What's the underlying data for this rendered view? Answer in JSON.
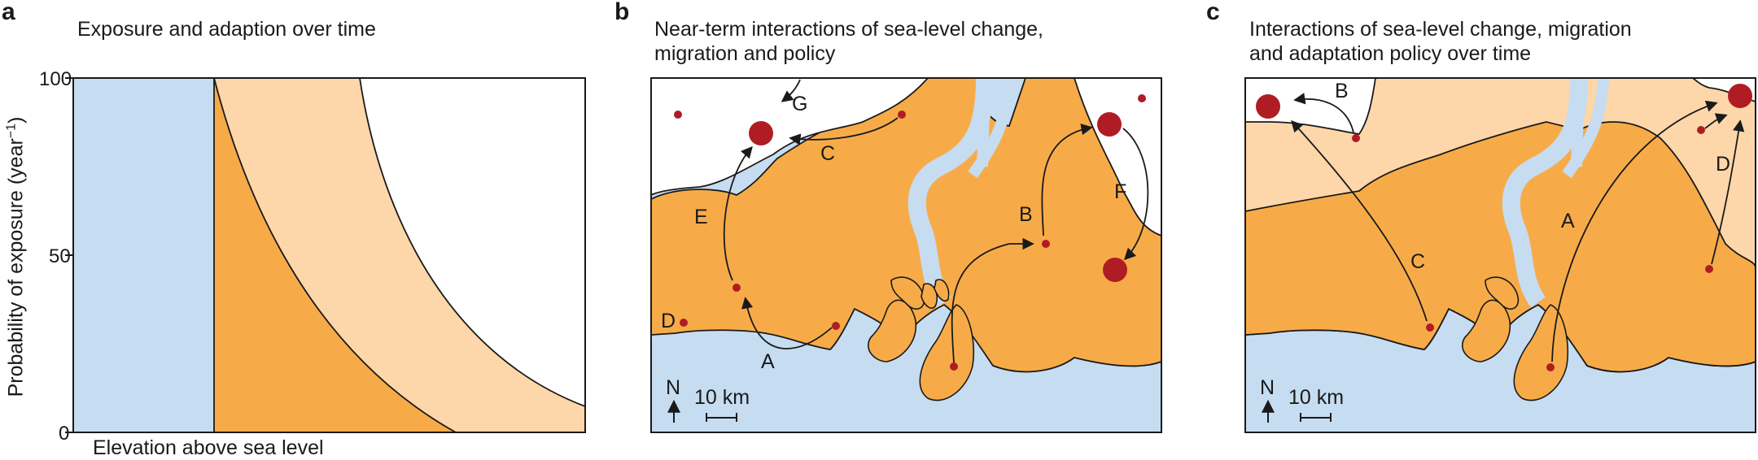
{
  "panel_a": {
    "letter": "a",
    "title": "Exposure and adaption over time",
    "ylabel_prefix": "Probability of exposure (year",
    "ylabel_sup": "−1",
    "ylabel_suffix": ")",
    "xlabel": "Elevation above sea level",
    "yticks": [
      "100",
      "50",
      "0"
    ]
  },
  "panel_b": {
    "letter": "b",
    "title_line1": "Near-term interactions of sea-level change,",
    "title_line2": "migration and policy",
    "labels": [
      "G",
      "C",
      "E",
      "B",
      "F",
      "D",
      "A"
    ],
    "north": "N",
    "scale": "10 km"
  },
  "panel_c": {
    "letter": "c",
    "title_line1": "Interactions of sea-level change, migration",
    "title_line2": "and adaptation policy over time",
    "labels": [
      "B",
      "D",
      "A",
      "C"
    ],
    "north": "N",
    "scale": "10 km"
  },
  "colors": {
    "water": "#c6dcf1",
    "land_orange": "#f7ab48",
    "land_light": "#fdd7a9",
    "dot": "#b01c24"
  }
}
